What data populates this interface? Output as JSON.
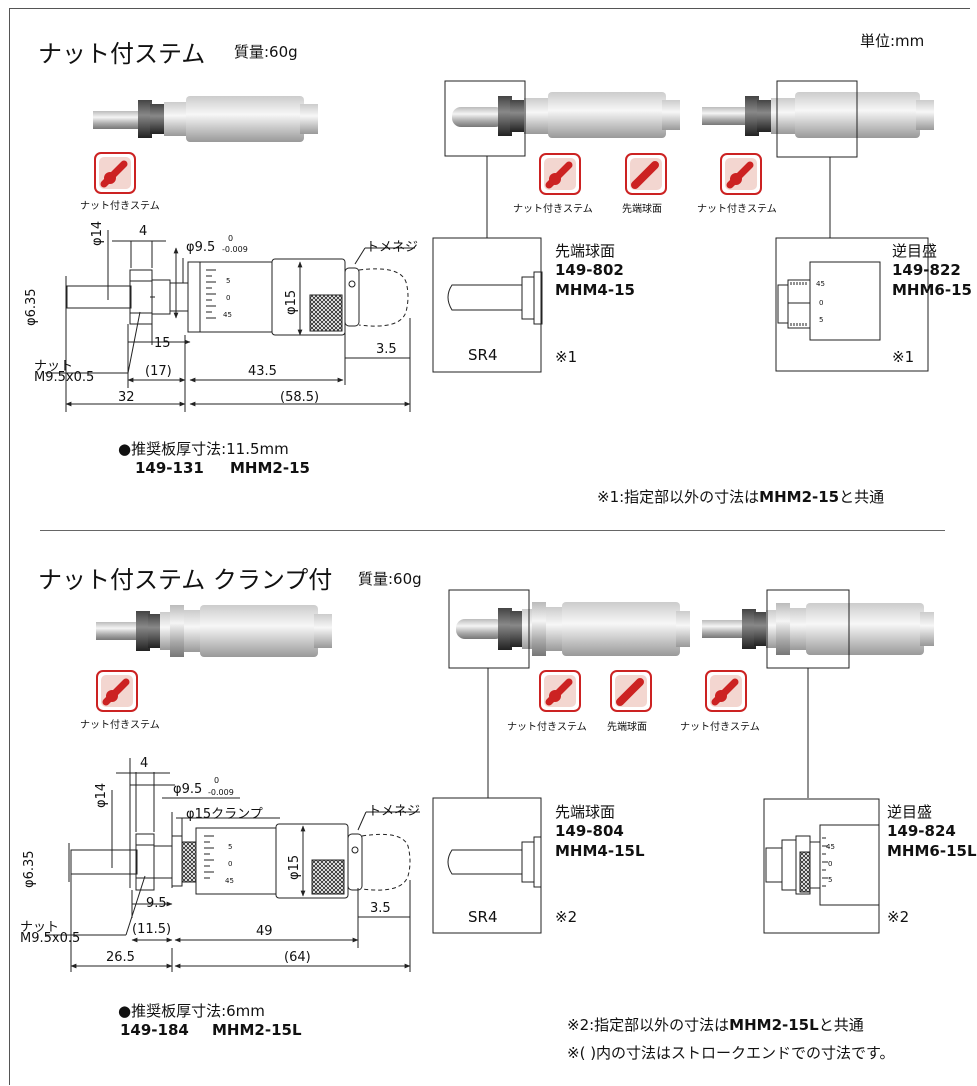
{
  "unit_label": "単位:mm",
  "common_note": "※( )内の寸法はストロークエンドでの寸法です。",
  "sections": [
    {
      "title": "ナット付ステム",
      "mass": "質量:60g",
      "icon_label": "ナット付きステム",
      "dims": {
        "phi14": "φ14",
        "four": "4",
        "phi95": "φ9.5",
        "tol_top": "0",
        "tol_bottom": "-0.009",
        "tomeneji": "トメネジ",
        "phi635": "φ6.35",
        "phi15": "φ15",
        "nut": "ナット",
        "nut_spec": "M9.5x0.5",
        "d_a": "15",
        "d_b": "(17)",
        "d_c": "43.5",
        "d_d": "3.5",
        "d_e": "32",
        "d_f": "(58.5)",
        "scale_5": "5",
        "scale_0": "0",
        "scale_45": "45"
      },
      "plate_label": "●推奨板厚寸法:11.5mm",
      "part_code": "149-131",
      "part_model": "MHM2-15",
      "note_prefix": "※1:指定部以外の寸法は",
      "note_model": "MHM2-15",
      "note_suffix": "と共通",
      "variant_a": {
        "icon1_label": "ナット付きステム",
        "icon2_label": "先端球面",
        "name": "先端球面",
        "code": "149-802",
        "model": "MHM4-15",
        "sr": "SR4",
        "mark": "※1"
      },
      "variant_b": {
        "icon1_label": "ナット付きステム",
        "name": "逆目盛",
        "code": "149-822",
        "model": "MHM6-15",
        "mark": "※1",
        "scale_45": "45",
        "scale_0": "0",
        "scale_5": "5"
      }
    },
    {
      "title": "ナット付ステム クランプ付",
      "mass": "質量:60g",
      "icon_label": "ナット付きステム",
      "dims": {
        "phi14": "φ14",
        "four": "4",
        "phi95": "φ9.5",
        "tol_top": "0",
        "tol_bottom": "-0.009",
        "clamp": "φ15クランプ",
        "tomeneji": "トメネジ",
        "phi635": "φ6.35",
        "phi15": "φ15",
        "nut": "ナット",
        "nut_spec": "M9.5x0.5",
        "d_a": "9.5",
        "d_b": "(11.5)",
        "d_c": "49",
        "d_d": "3.5",
        "d_e": "26.5",
        "d_f": "(64)",
        "scale_5": "5",
        "scale_0": "0",
        "scale_45": "45"
      },
      "plate_label": "●推奨板厚寸法:6mm",
      "part_code": "149-184",
      "part_model": "MHM2-15L",
      "note_prefix": "※2:指定部以外の寸法は",
      "note_model": "MHM2-15L",
      "note_suffix": "と共通",
      "variant_a": {
        "icon1_label": "ナット付きステム",
        "icon2_label": "先端球面",
        "name": "先端球面",
        "code": "149-804",
        "model": "MHM4-15L",
        "sr": "SR4",
        "mark": "※2"
      },
      "variant_b": {
        "icon1_label": "ナット付きステム",
        "name": "逆目盛",
        "code": "149-824",
        "model": "MHM6-15L",
        "mark": "※2",
        "scale_45": "45",
        "scale_0": "0",
        "scale_5": "5"
      }
    }
  ]
}
